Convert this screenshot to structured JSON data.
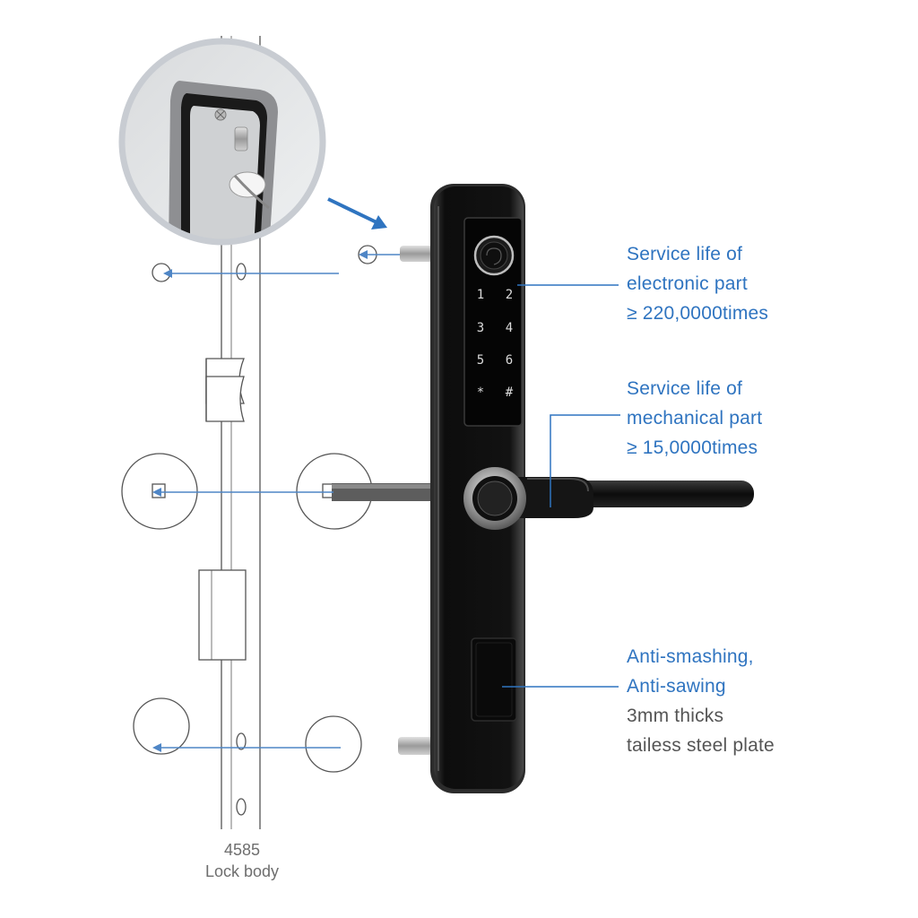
{
  "callouts": {
    "electronic": {
      "line1": "Service life of",
      "line2": "electronic part",
      "line3": "≥ 220,0000times"
    },
    "mechanical": {
      "line1": "Service life of",
      "line2": "mechanical part",
      "line3": "≥ 15,0000times"
    },
    "plate": {
      "line1": "Anti-smashing,",
      "line2": "Anti-sawing",
      "line3": "3mm thicks",
      "line4": "tailess steel plate"
    }
  },
  "lock_body": {
    "model": "4585",
    "label": "Lock body"
  },
  "keypad": {
    "keys": [
      "1",
      "2",
      "3",
      "4",
      "5",
      "6",
      "*",
      "#"
    ]
  },
  "colors": {
    "accent_blue": "#2f74c0",
    "leader_line": "#4f86c6",
    "lock_body": "#111111",
    "sketch_line": "#555555",
    "grey_text": "#555555"
  }
}
